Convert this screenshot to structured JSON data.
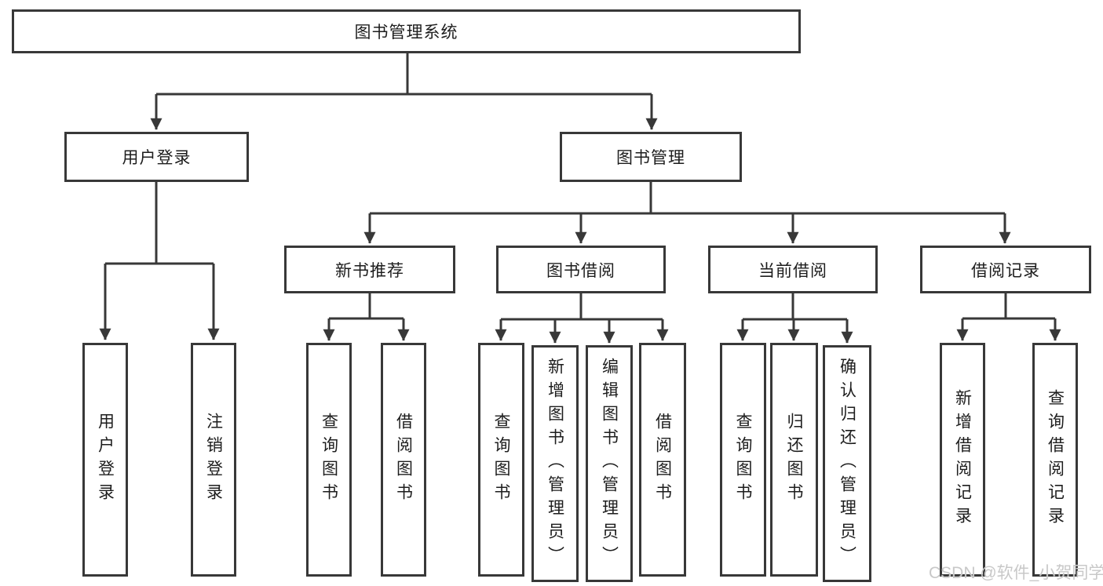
{
  "root": {
    "label": "图书管理系统"
  },
  "level2": {
    "user_login": {
      "label": "用户登录"
    },
    "book_mgmt": {
      "label": "图书管理"
    }
  },
  "level3": {
    "new_books": {
      "label": "新书推荐"
    },
    "borrowing": {
      "label": "图书借阅"
    },
    "current": {
      "label": "当前借阅"
    },
    "records": {
      "label": "借阅记录"
    }
  },
  "leaves": {
    "login": [
      "用户登录",
      "注销登录"
    ],
    "new_books": [
      "查询图书",
      "借阅图书"
    ],
    "borrowing": [
      "查询图书",
      "新增图书（管理员）",
      "编辑图书（管理员）",
      "借阅图书"
    ],
    "current": [
      "查询图书",
      "归还图书",
      "确认归还（管理员）"
    ],
    "records": [
      "新增借阅记录",
      "查询借阅记录"
    ]
  },
  "watermark": "CSDN @软件_小贺同学",
  "colors": {
    "line": "#383838",
    "text": "#1d1d1d",
    "watermark": "#c8c8c8",
    "background": "#ffffff"
  }
}
